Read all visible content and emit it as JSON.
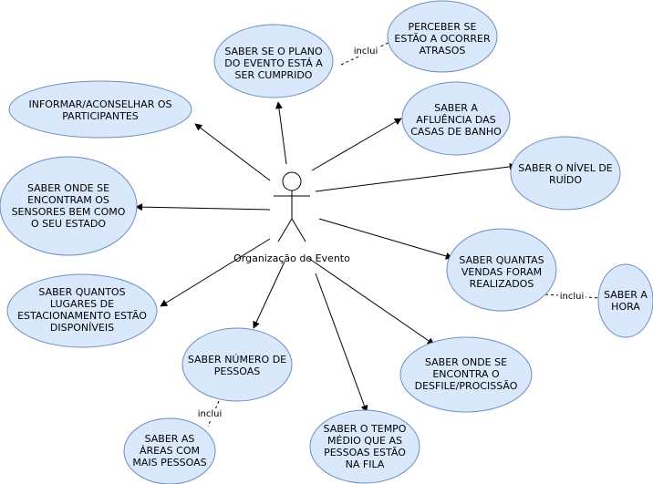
{
  "actor": {
    "name": "Organização do Evento",
    "icon": "stick-figure-actor-icon"
  },
  "use_cases": {
    "plano": [
      "SABER SE O PLANO",
      "DO EVENTO ESTÁ A",
      "SER CUMPRIDO"
    ],
    "atrasos": [
      "PERCEBER SE",
      "ESTÃO A OCORRER",
      "ATRASOS"
    ],
    "informar": [
      "INFORMAR/ACONSELHAR OS",
      "PARTICIPANTES"
    ],
    "casas_banho": [
      "SABER A",
      "AFLUÊNCIA DAS",
      "CASAS DE BANHO"
    ],
    "ruido": [
      "SABER O NÍVEL DE",
      "RUÍDO"
    ],
    "sensores": [
      "SABER ONDE SE",
      "ENCONTRAM OS",
      "SENSORES BEM COMO",
      "O SEU ESTADO"
    ],
    "vendas": [
      "SABER QUANTAS",
      "VENDAS FORAM",
      "REALIZADOS"
    ],
    "hora": [
      "SABER A",
      "HORA"
    ],
    "estacionamento": [
      "SABER QUANTOS",
      "LUGARES DE",
      "ESTACIONAMENTO ESTÃO",
      "DISPONÍVEIS"
    ],
    "pessoas": [
      "SABER NÚMERO DE",
      "PESSOAS"
    ],
    "desfile": [
      "SABER ONDE SE",
      "ENCONTRA O",
      "DESFILE/PROCISSÃO"
    ],
    "areas": [
      "SABER AS",
      "ÁREAS COM",
      "MAIS PESSOAS"
    ],
    "fila": [
      "SABER O TEMPO",
      "MÉDIO QUE AS",
      "PESSOAS ESTÃO",
      "NA FILA"
    ]
  },
  "include_label": "inclui"
}
